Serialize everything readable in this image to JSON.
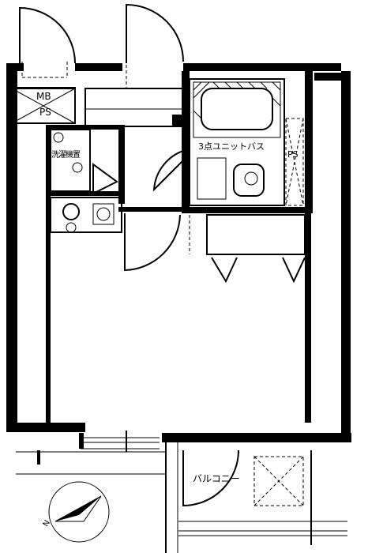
{
  "labels": {
    "mb": "MB",
    "ps_left": "PS",
    "washer": "洗濯機置",
    "unit_bath": "3点ユニットバス",
    "ps_right": "PS",
    "balcony": "バルコニー"
  },
  "compass": {
    "north_letter": "N"
  }
}
